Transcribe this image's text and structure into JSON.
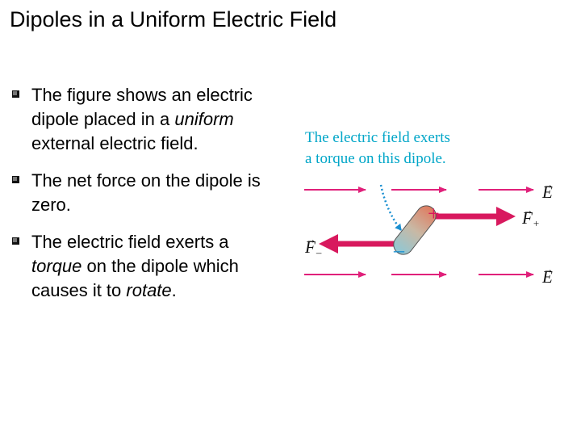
{
  "title": "Dipoles in a Uniform Electric Field",
  "bullets": [
    {
      "parts": [
        {
          "text": "The figure shows an electric dipole placed in a "
        },
        {
          "text": "uniform",
          "italic": true
        },
        {
          "text": " external electric field."
        }
      ]
    },
    {
      "parts": [
        {
          "text": "The net force on the dipole is zero."
        }
      ]
    },
    {
      "parts": [
        {
          "text": "The electric field exerts a "
        },
        {
          "text": "torque",
          "italic": true
        },
        {
          "text": " on the dipole which causes it to "
        },
        {
          "text": "rotate",
          "italic": true
        },
        {
          "text": "."
        }
      ]
    }
  ],
  "figure": {
    "caption_line1": "The electric field exerts",
    "caption_line2": "a torque on this dipole.",
    "field_label": "E",
    "force_plus_label": "F",
    "force_plus_sub": "+",
    "force_minus_label": "F",
    "force_minus_sub": "–",
    "plus_sign": "+",
    "minus_sign": "–",
    "arrow_accent": "→"
  },
  "colors": {
    "field_arrow": "#e0207a",
    "force_arrow": "#d8195e",
    "caption": "#00a6c8",
    "pointer": "#1a8fd0"
  }
}
